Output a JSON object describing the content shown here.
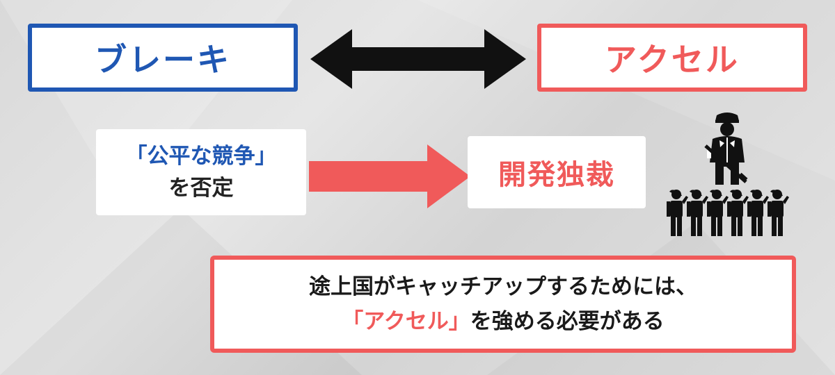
{
  "brake": {
    "label": "ブレーキ"
  },
  "accel": {
    "label": "アクセル"
  },
  "left_box": {
    "line1": "「公平な競争」",
    "line2": "を否定"
  },
  "right_box": {
    "label": "開発独裁"
  },
  "bottom_box": {
    "line1": "途上国がキャッチアップするためには、",
    "line2_highlight": "「アクセル」",
    "line2_rest": "を強める必要がある"
  },
  "colors": {
    "blue": "#1f57b3",
    "red": "#f05a5a",
    "black": "#111111",
    "background": "#dcdcdc"
  },
  "icons": {
    "double_arrow": "double-headed-arrow-icon",
    "right_arrow": "right-arrow-icon",
    "dictator": "armed-soldier-icon",
    "followers": "saluting-crowd-icon"
  }
}
